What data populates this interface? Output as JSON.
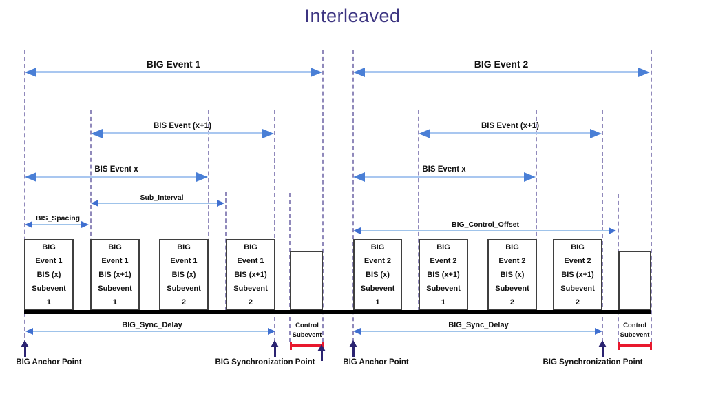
{
  "title": "Interleaved",
  "colors": {
    "title_text": "#3c3481",
    "arrow_line_light_blue": "#a9c7f0",
    "arrow_head_blue": "#4a7fd6",
    "dashed_guide_purple": "#9089bb",
    "marker_navy": "#2b2371",
    "control_bracket_red": "#e8182d",
    "axis_black": "#000000",
    "box_border_gray": "#3f3f3f"
  },
  "arrows": {
    "big_event_1": "BIG Event 1",
    "big_event_2": "BIG Event 2",
    "bis_event_x1_left": "BIS Event (x+1)",
    "bis_event_x_left": "BIS Event x",
    "bis_event_x1_right": "BIS Event (x+1)",
    "bis_event_x_right": "BIS Event x",
    "sub_interval": "Sub_Interval",
    "bis_spacing": "BIS_Spacing",
    "big_control_offset": "BIG_Control_Offset",
    "big_sync_delay_left": "BIG_Sync_Delay",
    "big_sync_delay_right": "BIG_Sync_Delay"
  },
  "boxes": {
    "left_1": "BIG\nEvent 1\nBIS (x)\nSubevent\n1",
    "left_2": "BIG\nEvent 1\nBIS (x+1)\nSubevent\n1",
    "left_3": "BIG\nEvent 1\nBIS (x)\nSubevent\n2",
    "left_4": "BIG\nEvent 1\nBIS (x+1)\nSubevent\n2",
    "right_1": "BIG\nEvent 2\nBIS (x)\nSubevent\n1",
    "right_2": "BIG\nEvent 2\nBIS (x+1)\nSubevent\n1",
    "right_3": "BIG\nEvent 2\nBIS (x)\nSubevent\n2",
    "right_4": "BIG\nEvent 2\nBIS (x+1)\nSubevent\n2"
  },
  "labels": {
    "control_subevent_left": "Control\nSubevent",
    "control_subevent_right": "Control\nSubevent",
    "big_anchor_left": "BIG Anchor Point",
    "big_anchor_right": "BIG Anchor Point",
    "big_sync_left": "BIG Synchronization Point",
    "big_sync_right": "BIG Synchronization Point"
  }
}
